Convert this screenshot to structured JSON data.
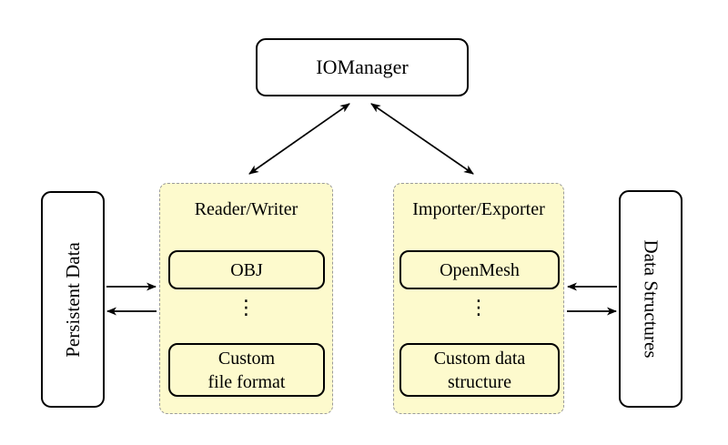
{
  "colors": {
    "background": "#ffffff",
    "panel_fill": "#fdfacd",
    "panel_dashed_border": "#9b9b9b",
    "node_fill": "#ffffff",
    "node_border": "#000000",
    "arrow": "#000000"
  },
  "nodes": {
    "iomanager": {
      "label": "IOManager"
    },
    "persistent_data": {
      "label": "Persistent Data"
    },
    "data_structures": {
      "label": "Data Structures"
    }
  },
  "panels": {
    "reader_writer": {
      "title": "Reader/Writer",
      "items": [
        {
          "label": "OBJ",
          "label2": ""
        },
        {
          "label": "Custom",
          "label2": "file format"
        }
      ],
      "ellipsis": "⋮"
    },
    "importer_exporter": {
      "title": "Importer/Exporter",
      "items": [
        {
          "label": "OpenMesh",
          "label2": ""
        },
        {
          "label": "Custom data",
          "label2": "structure"
        }
      ],
      "ellipsis": "⋮"
    }
  },
  "arrows": {
    "iomanager_reader_writer": "bidirectional",
    "iomanager_importer_exporter": "bidirectional",
    "persistent_to_reader": "right",
    "reader_to_persistent": "left",
    "datastruct_to_importer": "left",
    "importer_to_datastruct": "right"
  }
}
